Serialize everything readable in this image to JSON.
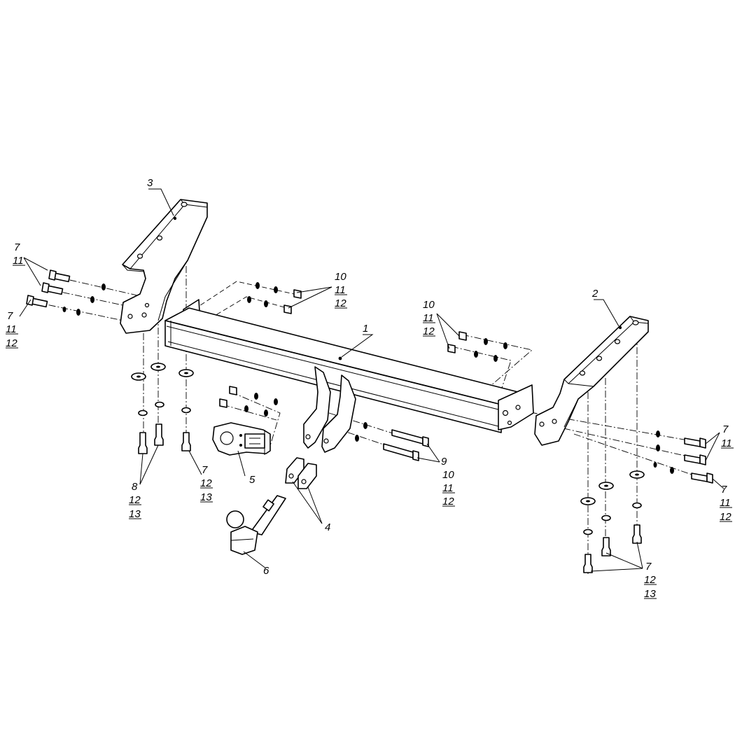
{
  "labels": {
    "p1": "1",
    "p2": "2",
    "p3": "3",
    "p4": "4",
    "p5": "5",
    "p6": "6",
    "a7": "7",
    "a11": "11",
    "b7": "7",
    "b11": "11",
    "b12": "12",
    "c10": "10",
    "c11": "11",
    "c12": "12",
    "d10": "10",
    "d11": "11",
    "d12": "12",
    "e8": "8",
    "e12": "12",
    "e13": "13",
    "f7": "7",
    "f12": "12",
    "f13": "13",
    "g9": "9",
    "g10": "10",
    "g11": "11",
    "g12": "12",
    "h7": "7",
    "h11": "11",
    "i7": "7",
    "i11": "11",
    "i12": "12",
    "j7": "7",
    "j12": "12",
    "j13": "13"
  }
}
